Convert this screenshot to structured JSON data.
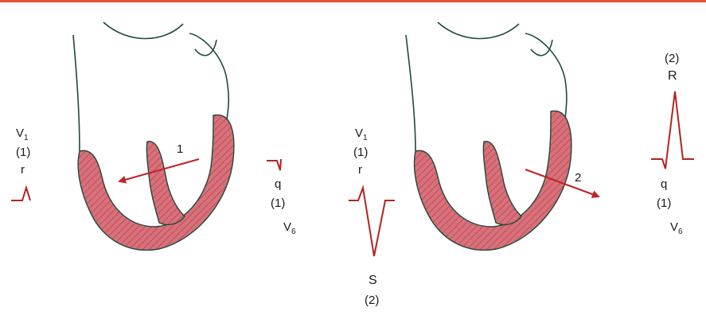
{
  "colors": {
    "top_rule": "#e8503a",
    "myocardium_fill": "#d9707a",
    "hatch": "#a84450",
    "outline": "#1f4a3a",
    "ecg_trace": "#b3241e",
    "vector_arrow": "#c0242a",
    "text": "#1a1a1a"
  },
  "left_panel": {
    "vector_label": "1",
    "lead_v1": {
      "name": "V",
      "subscript": "1",
      "index": "(1)",
      "wave": "r"
    },
    "lead_v6": {
      "wave": "q",
      "index": "(1)",
      "name": "V",
      "subscript": "6"
    }
  },
  "right_panel": {
    "vector_label": "2",
    "lead_v1": {
      "name": "V",
      "subscript": "1",
      "index": "(1)",
      "wave": "r",
      "wave2": "S",
      "index2": "(2)"
    },
    "lead_v6": {
      "index_top": "(2)",
      "wave_top": "R",
      "wave": "q",
      "index": "(1)",
      "name": "V",
      "subscript": "6"
    }
  }
}
